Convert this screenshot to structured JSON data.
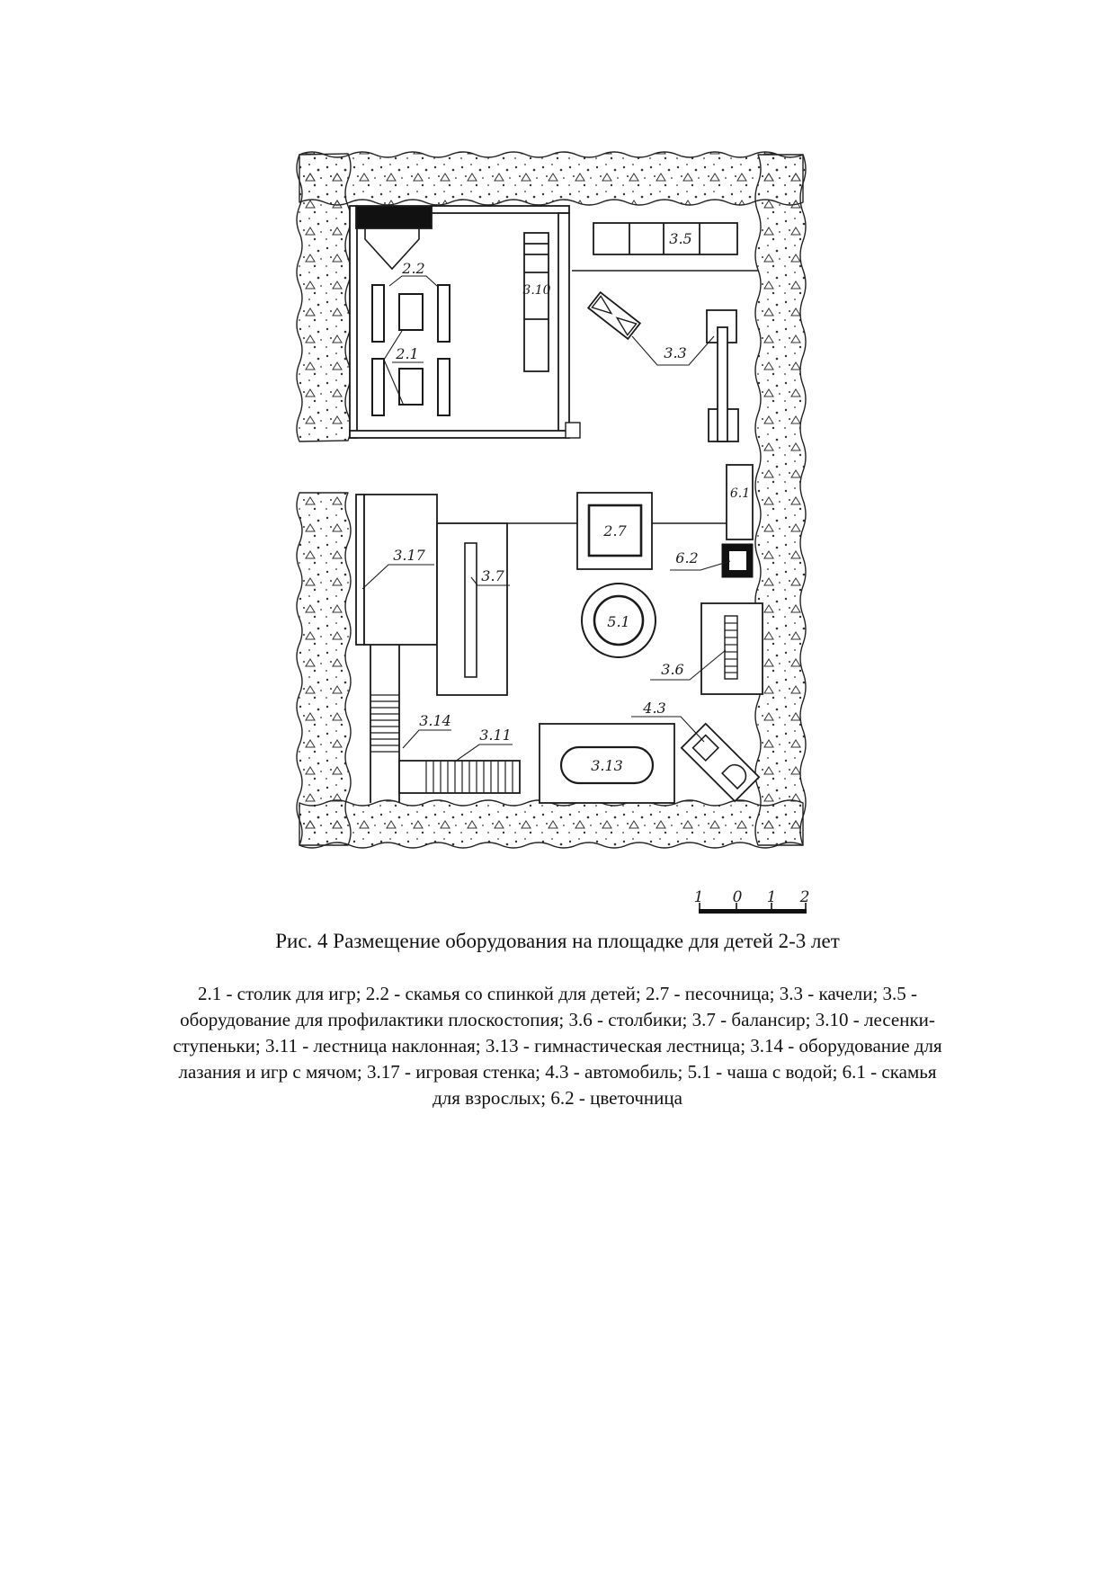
{
  "figure": {
    "caption": "Рис. 4 Размещение оборудования на площадке  для детей 2-3 лет",
    "legend_lines": [
      "2.1 - столик для игр; 2.2 - скамья со спинкой для детей; 2.7 - песочница; 3.3 - качели; 3.5 -",
      "оборудование для профилактики плоскостопия;  3.6 - столбики; 3.7 - балансир; 3.10 - лесенки-",
      "ступеньки; 3.11 - лестница наклонная; 3.13 - гимнастическая лестница; 3.14 - оборудование для",
      "лазания и игр с мячом; 3.17 - игровая стенка; 4.3 - автомобиль; 5.1 - чаша с водой; 6.1 - скамья",
      "для взрослых; 6.2 - цветочница"
    ]
  },
  "plan": {
    "labels": {
      "l22": "2.2",
      "l21": "2.1",
      "l310": "3.10",
      "l35": "3.5",
      "l33": "3.3",
      "l61": "6.1",
      "l27": "2.7",
      "l62": "6.2",
      "l51": "5.1",
      "l317": "3.17",
      "l37": "3.7",
      "l36": "3.6",
      "l43": "4.3",
      "l314": "3.14",
      "l311": "3.11",
      "l313": "3.13"
    }
  },
  "scale_bar": {
    "ticks": [
      "1",
      "0",
      "1",
      "2"
    ]
  }
}
